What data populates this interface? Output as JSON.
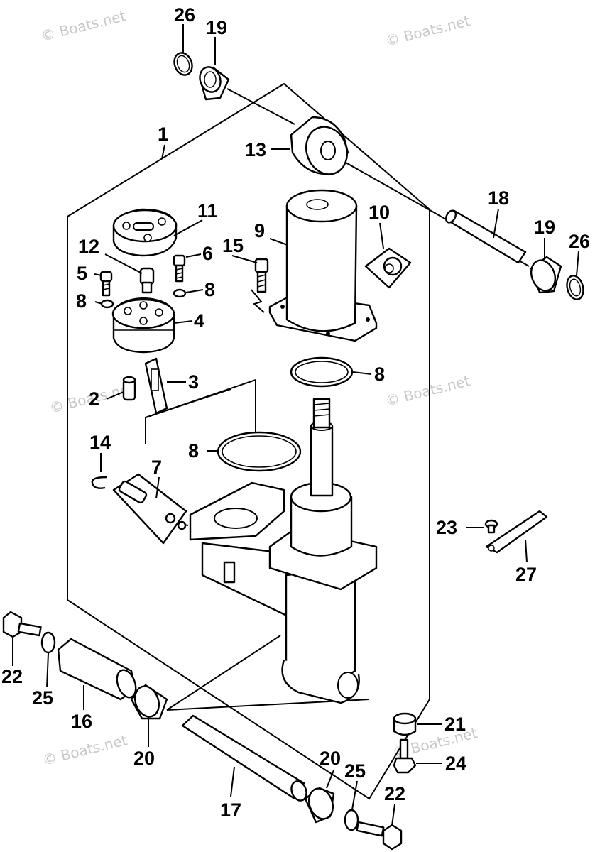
{
  "watermark": "© Boats.net",
  "callouts": [
    "26",
    "19",
    "1",
    "13",
    "18",
    "19",
    "26",
    "11",
    "10",
    "9",
    "15",
    "12",
    "6",
    "5",
    "8",
    "8",
    "4",
    "8",
    "3",
    "2",
    "8",
    "14",
    "7",
    "23",
    "27",
    "22",
    "25",
    "16",
    "20",
    "21",
    "24",
    "20",
    "25",
    "17",
    "22"
  ]
}
